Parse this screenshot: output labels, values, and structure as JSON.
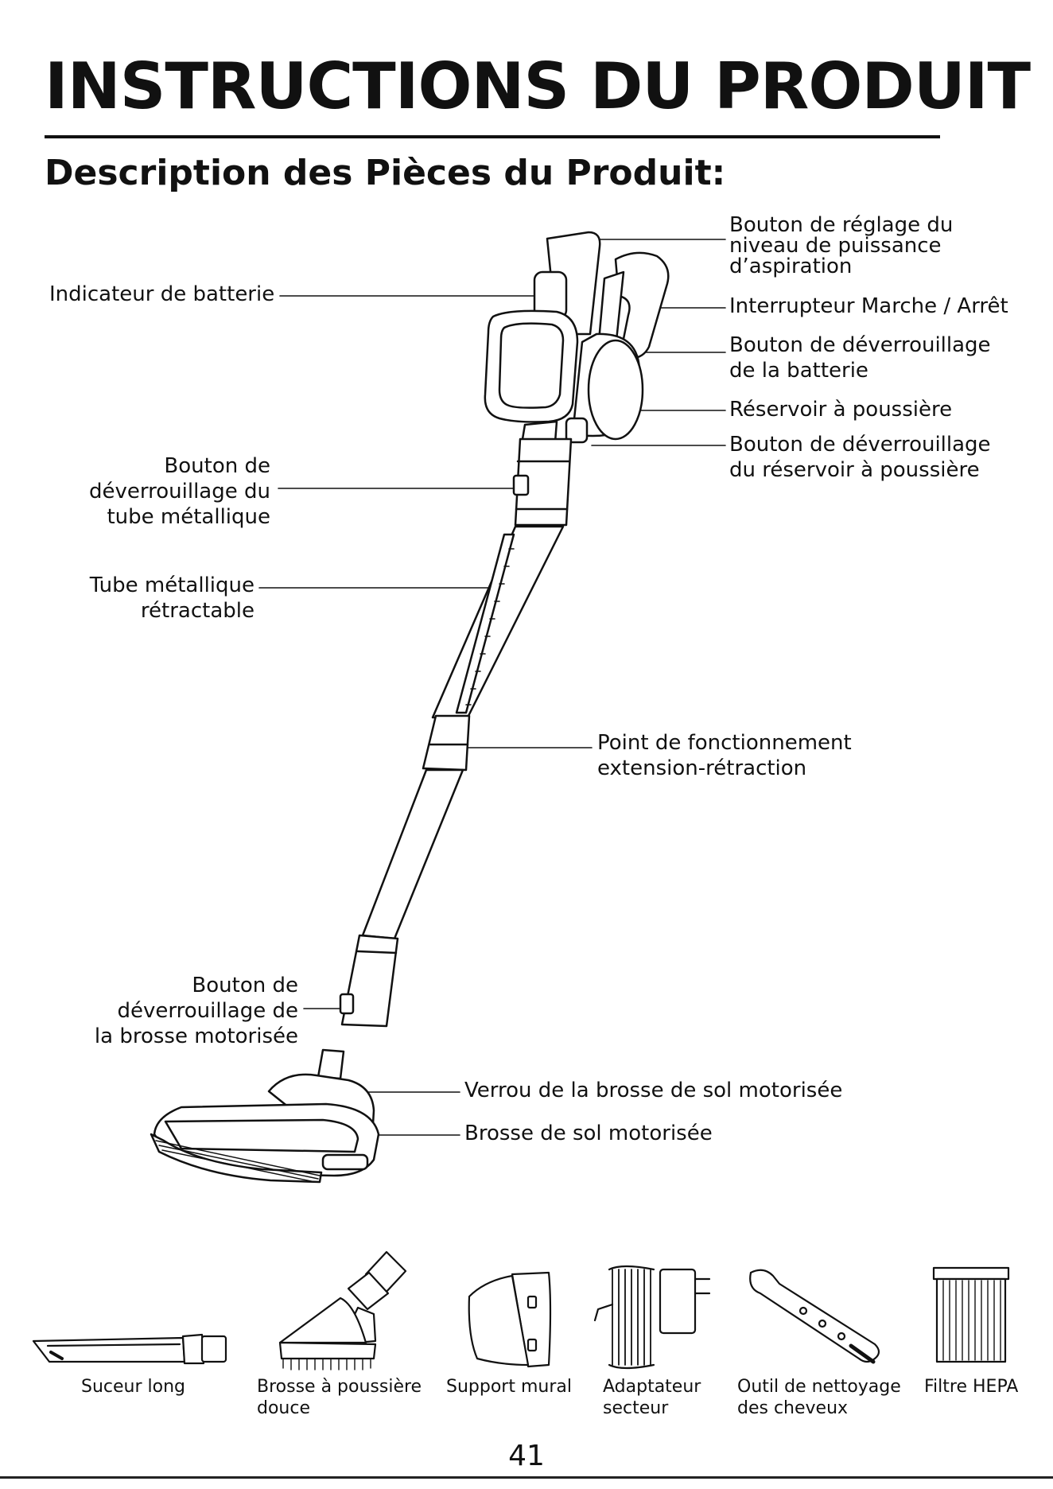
{
  "page": {
    "title": "INSTRUCTIONS DU PRODUIT",
    "subtitle": "Description des Pièces du Produit:",
    "page_number": "41"
  },
  "labels": {
    "power_level": "Bouton de réglage du\nniveau de puissance\nd’aspiration",
    "battery_indicator": "Indicateur de batterie",
    "on_off": "Interrupteur Marche / Arrêt",
    "battery_release": "Bouton de déverrouillage\nde la batterie",
    "dust_bin": "Réservoir à poussière",
    "dust_bin_release": "Bouton de déverrouillage\ndu réservoir à poussière",
    "tube_release": "Bouton de\ndéverrouillage du\ntube métallique",
    "retractable_tube": "Tube métallique\nrétractable",
    "extension_point": "Point de fonctionnement\nextension-rétraction",
    "brush_release": "Bouton de\ndéverrouillage de\nla brosse motorisée",
    "brush_lock": "Verrou de la brosse de sol motorisée",
    "floor_brush": "Brosse de sol motorisée"
  },
  "accessories": [
    {
      "label": "Suceur long"
    },
    {
      "label": "Brosse à poussière\ndouce"
    },
    {
      "label": "Support mural"
    },
    {
      "label": "Adaptateur\nsecteur"
    },
    {
      "label": "Outil de nettoyage\ndes cheveux"
    },
    {
      "label": "Filtre HEPA"
    }
  ]
}
